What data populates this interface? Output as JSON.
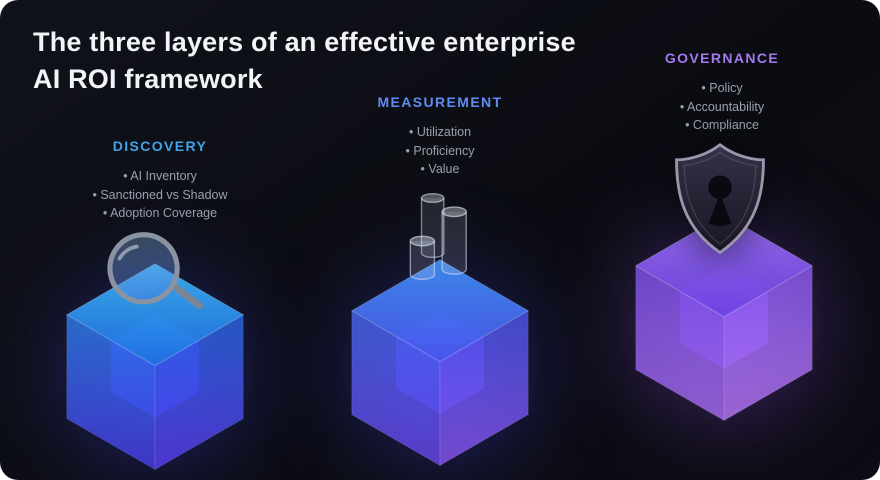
{
  "title": {
    "line1": "The three layers of an effective enterprise",
    "line2": "AI ROI framework"
  },
  "layers": [
    {
      "name": "DISCOVERY",
      "accent": "#41a4e8",
      "icon": "magnifier-icon",
      "items": [
        "AI Inventory",
        "Sanctioned vs Shadow",
        "Adoption Coverage"
      ]
    },
    {
      "name": "MEASUREMENT",
      "accent": "#5d8df2",
      "icon": "bar-chart-icon",
      "items": [
        "Utilization",
        "Proficiency",
        "Value"
      ]
    },
    {
      "name": "GOVERNANCE",
      "accent": "#a479f0",
      "icon": "shield-lock-icon",
      "items": [
        "Policy",
        "Accountability",
        "Compliance"
      ]
    }
  ]
}
